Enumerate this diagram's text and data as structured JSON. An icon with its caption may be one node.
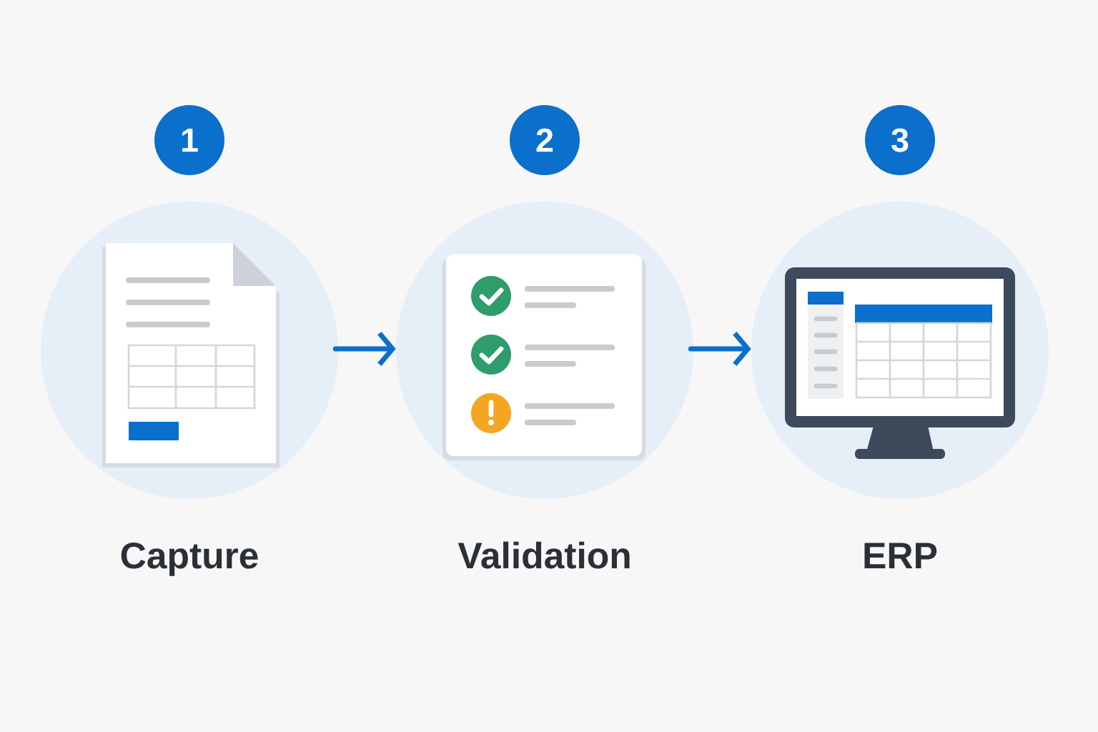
{
  "diagram": {
    "nodes": [
      {
        "text": [
          "1"
        ]
      },
      {
        "text": [
          "2"
        ]
      },
      {
        "text": [
          "3"
        ]
      },
      {
        "text": [
          "Capture"
        ]
      },
      {
        "text": [
          "Validation"
        ]
      },
      {
        "text": [
          "ERP"
        ]
      }
    ],
    "edges": [
      {
        "from": 3,
        "to": 4,
        "arrow": "to"
      },
      {
        "from": 4,
        "to": 5,
        "arrow": "to"
      }
    ]
  }
}
